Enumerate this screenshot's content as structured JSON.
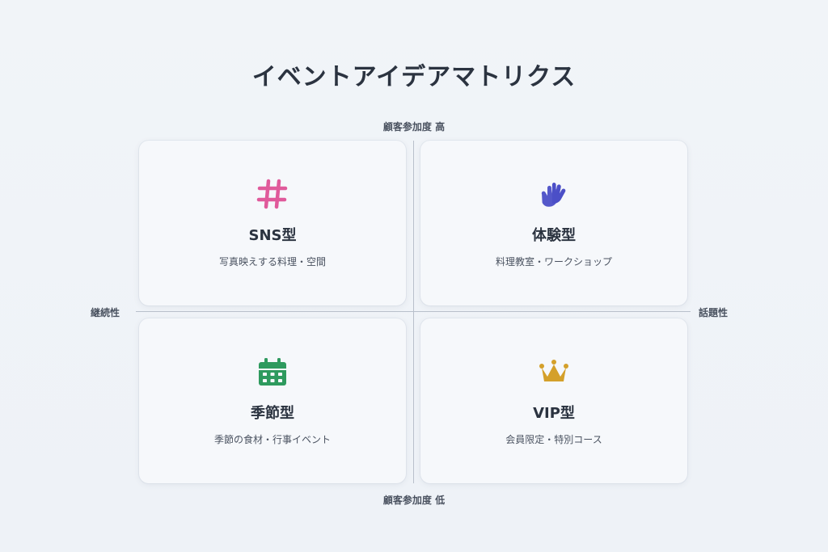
{
  "title": "イベントアイデアマトリクス",
  "axes": {
    "top": "顧客参加度 高",
    "bottom": "顧客参加度 低",
    "left": "継続性",
    "right": "話題性"
  },
  "quadrants": [
    {
      "position": "top-left",
      "icon": "hashtag-icon",
      "icon_color": "#e05a9b",
      "title": "SNS型",
      "description": "写真映えする料理・空間"
    },
    {
      "position": "top-right",
      "icon": "hands-icon",
      "icon_color": "#4b4fc7",
      "title": "体験型",
      "description": "料理教室・ワークショップ"
    },
    {
      "position": "bottom-left",
      "icon": "calendar-icon",
      "icon_color": "#2e9a5e",
      "title": "季節型",
      "description": "季節の食材・行事イベント"
    },
    {
      "position": "bottom-right",
      "icon": "crown-icon",
      "icon_color": "#d4a02a",
      "title": "VIP型",
      "description": "会員限定・特別コース"
    }
  ]
}
